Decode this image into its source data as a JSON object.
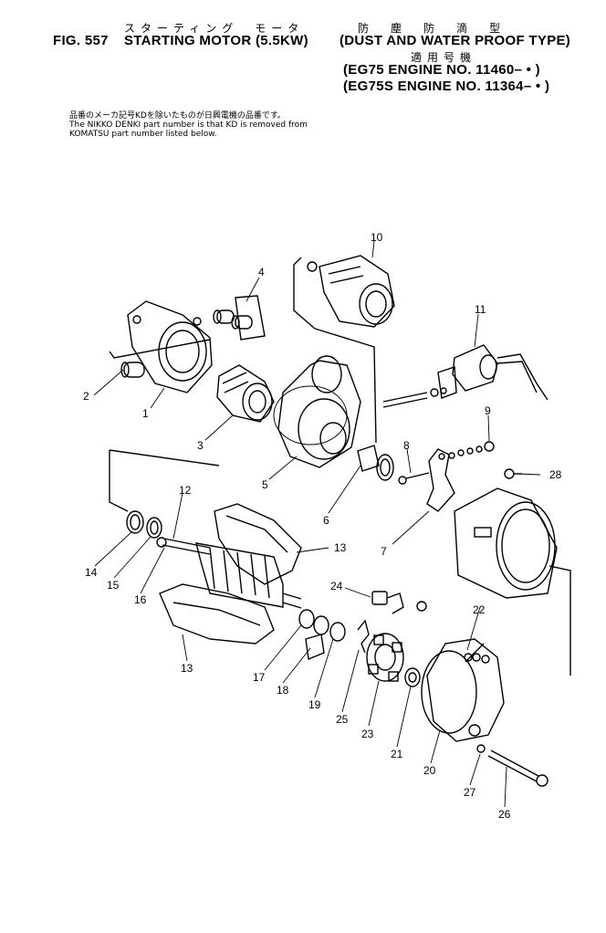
{
  "header": {
    "jp_title": "スターティング　モータ",
    "jp_spec": "防　塵　防　滴　型",
    "fig_label": "FIG. 557",
    "title": "STARTING MOTOR (5.5KW)",
    "subtitle": "(DUST AND WATER PROOF TYPE)",
    "jp_applicable": "適用号機",
    "serial_1": "(EG75    ENGINE NO. 11460–    •    )",
    "serial_2": "(EG75S  ENGINE NO. 11364–    •    )"
  },
  "note": {
    "jp": "品番のメーカ記号KDを除いたものが日興電機の品番です。",
    "line1": "The NIKKO DENKI part number is that KD is removed from",
    "line2": "KOMATSU part number listed below."
  },
  "callouts": [
    "1",
    "2",
    "3",
    "4",
    "5",
    "6",
    "7",
    "8",
    "9",
    "10",
    "11",
    "12",
    "13",
    "13",
    "14",
    "15",
    "16",
    "17",
    "18",
    "19",
    "20",
    "21",
    "22",
    "23",
    "24",
    "25",
    "26",
    "27",
    "28"
  ]
}
